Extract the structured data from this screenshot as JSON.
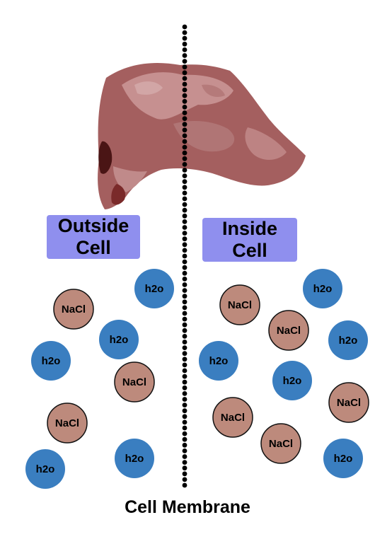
{
  "labels": {
    "outside": [
      "Outside",
      "Cell"
    ],
    "inside": [
      "Inside",
      "Cell"
    ],
    "membrane": "Cell Membrane"
  },
  "molecules": {
    "water": "h2o",
    "salt": "NaCl"
  },
  "colors": {
    "water": "#3a7ec0",
    "salt": "#bd8a7c",
    "label_bg": "#8f8fee",
    "membrane": "#000000"
  }
}
